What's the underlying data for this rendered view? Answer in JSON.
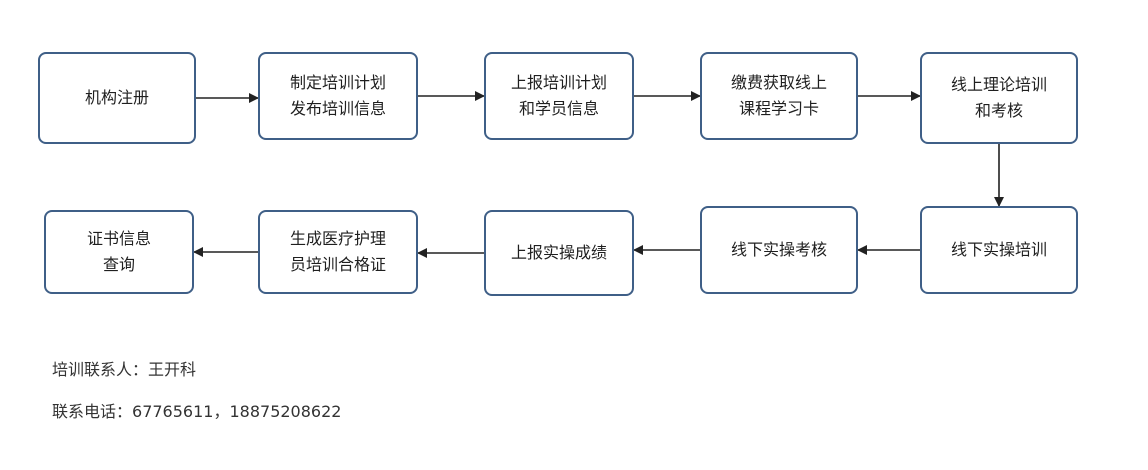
{
  "colors": {
    "box_border": "#3f5f87",
    "arrow": "#222222",
    "text": "#1f1f1f"
  },
  "flow": {
    "steps": [
      {
        "id": "s1",
        "lines": [
          "机构注册"
        ]
      },
      {
        "id": "s2",
        "lines": [
          "制定培训计划",
          "发布培训信息"
        ]
      },
      {
        "id": "s3",
        "lines": [
          "上报培训计划",
          "和学员信息"
        ]
      },
      {
        "id": "s4",
        "lines": [
          "缴费获取线上",
          "课程学习卡"
        ]
      },
      {
        "id": "s5",
        "lines": [
          "线上理论培训",
          "和考核"
        ]
      },
      {
        "id": "s6",
        "lines": [
          "线下实操培训"
        ]
      },
      {
        "id": "s7",
        "lines": [
          "线下实操考核"
        ]
      },
      {
        "id": "s8",
        "lines": [
          "上报实操成绩"
        ]
      },
      {
        "id": "s9",
        "lines": [
          "生成医疗护理",
          "员培训合格证"
        ]
      },
      {
        "id": "s10",
        "lines": [
          "证书信息",
          "查询"
        ]
      }
    ]
  },
  "contact": {
    "person_label": "培训联系人：",
    "person_name": "王开科",
    "phone_label": "联系电话：",
    "phone_1": "67765611",
    "phone_sep": "，",
    "phone_2": "18875208622"
  }
}
